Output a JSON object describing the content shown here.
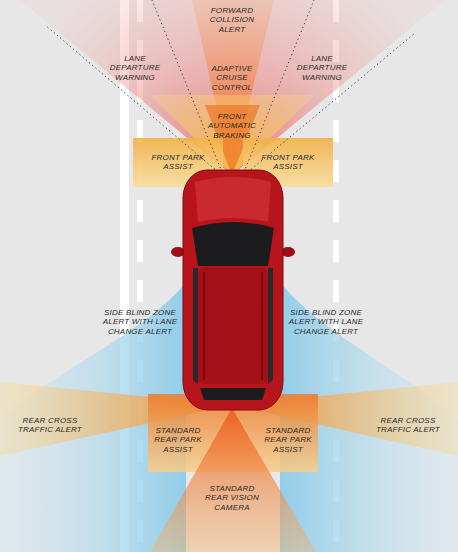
{
  "diagram": {
    "labels": [
      "FORWARD COLLISION ALERT",
      "LANE DEPARTURE WARNING",
      "ADAPTIVE CRUISE CONTROL",
      "LANE DEPARTURE WARNING",
      "FRONT AUTOMATIC BRAKING",
      "FRONT PARK ASSIST",
      "FRONT PARK ASSIST",
      "SIDE BLIND ZONE ALERT WITH LANE CHANGE ALERT",
      "SIDE BLIND ZONE ALERT WITH LANE CHANGE ALERT",
      "REAR CROSS TRAFFIC ALERT",
      "REAR CROSS TRAFFIC ALERT",
      "STANDARD REAR PARK ASSIST",
      "STANDARD REAR PARK ASSIST",
      "STANDARD REAR VISION CAMERA"
    ]
  }
}
